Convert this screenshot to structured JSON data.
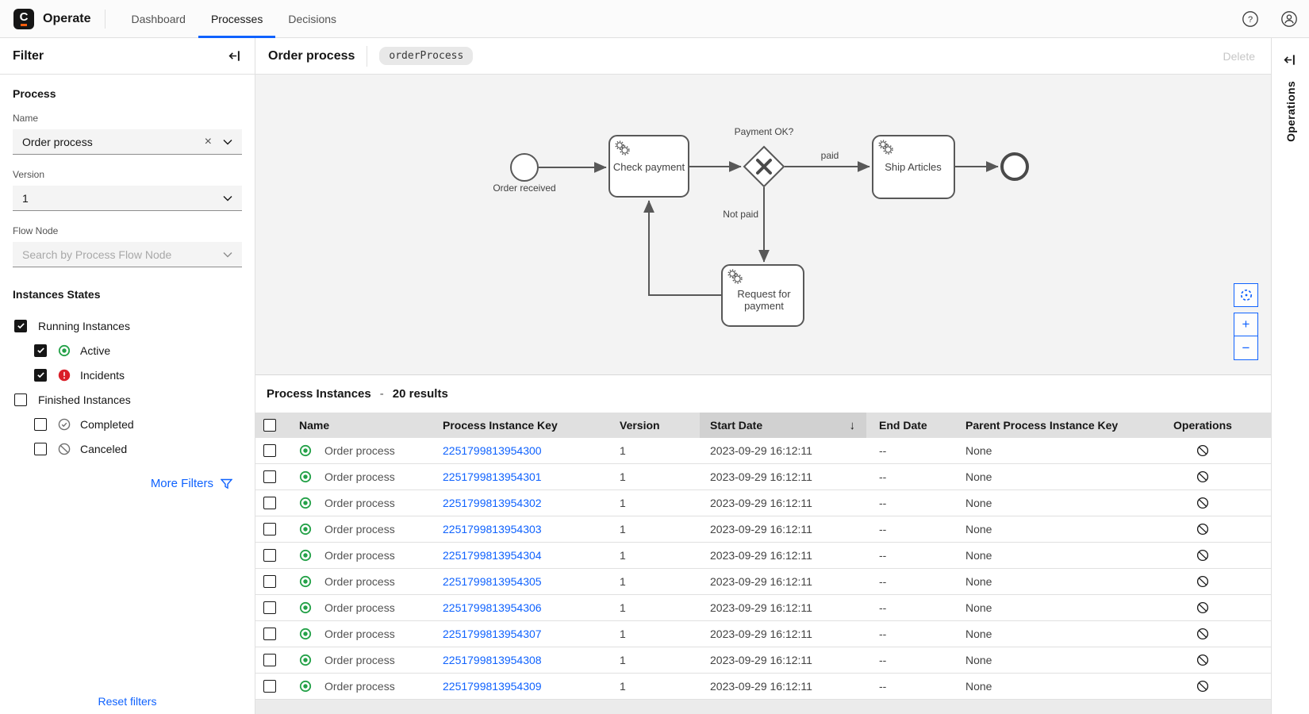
{
  "topbar": {
    "logo_letter": "C",
    "brand": "Operate",
    "tabs": [
      {
        "label": "Dashboard",
        "active": false
      },
      {
        "label": "Processes",
        "active": true
      },
      {
        "label": "Decisions",
        "active": false
      }
    ],
    "icons": [
      "help-icon",
      "user-avatar-icon"
    ]
  },
  "sidebar": {
    "title": "Filter",
    "process": {
      "heading": "Process",
      "name_label": "Name",
      "name_value": "Order process",
      "version_label": "Version",
      "version_value": "1",
      "flow_node_label": "Flow Node",
      "flow_node_placeholder": "Search by Process Flow Node"
    },
    "states": {
      "heading": "Instances States",
      "items": [
        {
          "label": "Running Instances",
          "checked": true,
          "icon": null,
          "indent": 0
        },
        {
          "label": "Active",
          "checked": true,
          "icon": "active",
          "indent": 1
        },
        {
          "label": "Incidents",
          "checked": true,
          "icon": "incident",
          "indent": 1
        },
        {
          "label": "Finished Instances",
          "checked": false,
          "icon": null,
          "indent": 0
        },
        {
          "label": "Completed",
          "checked": false,
          "icon": "completed",
          "indent": 1
        },
        {
          "label": "Canceled",
          "checked": false,
          "icon": "canceled",
          "indent": 1
        }
      ]
    },
    "more_filters": "More Filters",
    "reset_filters": "Reset filters"
  },
  "main": {
    "header": {
      "title": "Order process",
      "process_id": "orderProcess",
      "delete_label": "Delete"
    },
    "diagram": {
      "start_label": "Order received",
      "task_check": "Check payment",
      "gateway_label": "Payment OK?",
      "edge_paid": "paid",
      "edge_not_paid": "Not paid",
      "task_request_line1": "Request for",
      "task_request_line2": "payment",
      "task_ship": "Ship Articles",
      "controls": [
        "reset-viewport-icon",
        "zoom-in",
        "zoom-out"
      ],
      "zoom_in_label": "+",
      "zoom_out_label": "−"
    },
    "instances": {
      "title": "Process Instances",
      "separator": "-",
      "results": "20 results",
      "columns": [
        "Name",
        "Process Instance Key",
        "Version",
        "Start Date",
        "End Date",
        "Parent Process Instance Key",
        "Operations"
      ],
      "sorted_column": "Start Date",
      "sort_direction": "desc",
      "rows": [
        {
          "state": "active",
          "name": "Order process",
          "key": "2251799813954300",
          "version": "1",
          "start": "2023-09-29 16:12:11",
          "end": "--",
          "parent": "None",
          "op": "cancel-operation"
        },
        {
          "state": "active",
          "name": "Order process",
          "key": "2251799813954301",
          "version": "1",
          "start": "2023-09-29 16:12:11",
          "end": "--",
          "parent": "None",
          "op": "cancel-operation"
        },
        {
          "state": "active",
          "name": "Order process",
          "key": "2251799813954302",
          "version": "1",
          "start": "2023-09-29 16:12:11",
          "end": "--",
          "parent": "None",
          "op": "cancel-operation"
        },
        {
          "state": "active",
          "name": "Order process",
          "key": "2251799813954303",
          "version": "1",
          "start": "2023-09-29 16:12:11",
          "end": "--",
          "parent": "None",
          "op": "cancel-operation"
        },
        {
          "state": "active",
          "name": "Order process",
          "key": "2251799813954304",
          "version": "1",
          "start": "2023-09-29 16:12:11",
          "end": "--",
          "parent": "None",
          "op": "cancel-operation"
        },
        {
          "state": "active",
          "name": "Order process",
          "key": "2251799813954305",
          "version": "1",
          "start": "2023-09-29 16:12:11",
          "end": "--",
          "parent": "None",
          "op": "cancel-operation"
        },
        {
          "state": "active",
          "name": "Order process",
          "key": "2251799813954306",
          "version": "1",
          "start": "2023-09-29 16:12:11",
          "end": "--",
          "parent": "None",
          "op": "cancel-operation"
        },
        {
          "state": "active",
          "name": "Order process",
          "key": "2251799813954307",
          "version": "1",
          "start": "2023-09-29 16:12:11",
          "end": "--",
          "parent": "None",
          "op": "cancel-operation"
        },
        {
          "state": "active",
          "name": "Order process",
          "key": "2251799813954308",
          "version": "1",
          "start": "2023-09-29 16:12:11",
          "end": "--",
          "parent": "None",
          "op": "cancel-operation"
        },
        {
          "state": "active",
          "name": "Order process",
          "key": "2251799813954309",
          "version": "1",
          "start": "2023-09-29 16:12:11",
          "end": "--",
          "parent": "None",
          "op": "cancel-operation"
        }
      ]
    }
  },
  "rail": {
    "label": "Operations"
  },
  "colors": {
    "accent": "#0f62fe",
    "active_green": "#24a148",
    "incident_red": "#da1e28",
    "diagram_bg": "#f3f3f3",
    "table_header_bg": "#e0e0e0",
    "sorted_header_bg": "#d1d1d1"
  }
}
